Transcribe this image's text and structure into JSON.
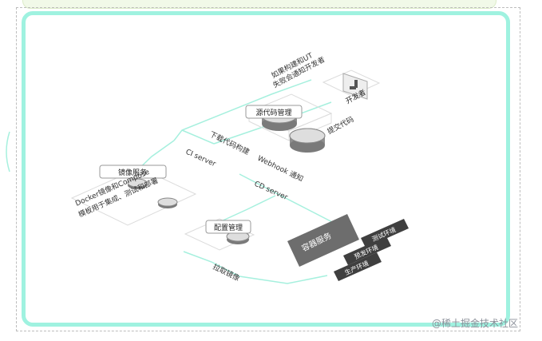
{
  "nodes": {
    "developer": "开发者",
    "source_control": "源代码管理",
    "ci_server": "CI server",
    "cd_server": "CD server",
    "image_service": "镜像服务",
    "config_mgmt": "配置管理",
    "container_service": "容器服务",
    "test_env": "测试环境",
    "pre_release_env": "预发环境",
    "prod_env": "生产环境"
  },
  "annotations": {
    "notify_dev_line1": "如果构建和UT",
    "notify_dev_line2": "失败会通知开发者",
    "commit_code": "提交代码",
    "download_build": "下载代码构建",
    "webhook_notify": "Webhook 通知",
    "docker_line1": "Docker镜像和Compose",
    "docker_line2": "模板用于集成、测试和部署",
    "pull_image": "拉取镜像"
  },
  "watermark": "@稀土掘金技术社区",
  "colors": {
    "frame": "#9ff2e0",
    "line": "#a6f0de",
    "dark_box": "#6d6d6d",
    "env_box": "#3f3f3f"
  }
}
